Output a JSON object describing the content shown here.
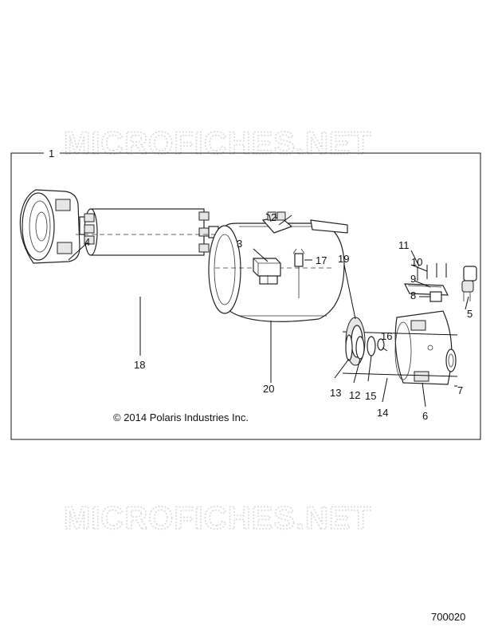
{
  "watermarks": [
    "MICROFICHES.NET",
    "MICROFICHES.NET"
  ],
  "assembly_callout": "1",
  "callouts": {
    "c2": "2",
    "c3": "3",
    "c4": "4",
    "c5": "5",
    "c6": "6",
    "c7": "7",
    "c8": "8",
    "c9": "9",
    "c10": "10",
    "c11": "11",
    "c12": "12",
    "c13": "13",
    "c14": "14",
    "c15": "15",
    "c16": "16",
    "c17": "17",
    "c18": "18",
    "c19": "19",
    "c20": "20"
  },
  "copyright": "© 2014 Polaris Industries Inc.",
  "document_id": "700020"
}
